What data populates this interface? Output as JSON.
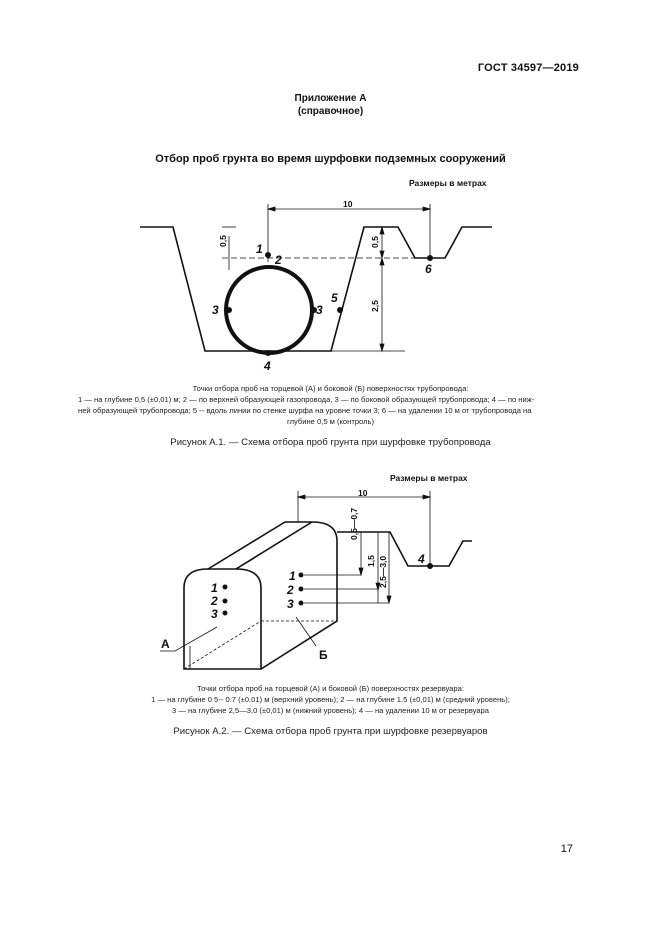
{
  "header": {
    "standard": "ГОСТ 34597—2019"
  },
  "annex": {
    "title": "Приложение А",
    "note": "(справочное)"
  },
  "section_title": "Отбор проб грунта во время шурфовки подземных сооружений",
  "figure1": {
    "dims_note": "Размеры в метрах",
    "dim_10": "10",
    "dim_05a": "0,5",
    "dim_05b": "0,5",
    "dim_25": "2,5",
    "labels": {
      "p1": "1",
      "p2": "2",
      "p3a": "3",
      "p3b": "3",
      "p4": "4",
      "p5": "5",
      "p6": "6"
    },
    "legend_l1": "Точки отбора проб на торцевой (А) и боковой (Б) поверхностях трубопровода:",
    "legend_l2": "1 — на глубине 0,5 (±0,01) м; 2 — по верхней образующей газопровода, 3 — по боковой образующей трубопровода; 4 — по ниж-",
    "legend_l3": "ней образующей трубопровода; 5 -- вдоль линии по стенке шурфа на уровне точки 3; 6 — на удалении 10 м от трубопровода на",
    "legend_l4": "глубине 0,5 м (контроль)",
    "caption": "Рисунок А.1. — Схема отбора проб грунта при шурфовке трубопровода"
  },
  "figure2": {
    "dims_note": "Размеры в метрах",
    "dim_10": "10",
    "dim_0507": "0,5—0,7",
    "dim_15": "1,5",
    "dim_2530": "2,5—3,0",
    "labels": {
      "p1a": "1",
      "p2a": "2",
      "p3a": "3",
      "p1b": "1",
      "p2b": "2",
      "p3b": "3",
      "p4": "4",
      "A": "А",
      "B": "Б"
    },
    "legend_l1": "Точки отбора проб на торцевой (А) и боковой (Б) поверхностях резервуара:",
    "legend_l2": "1 — на глубине 0 5-- 0.7 (±0.01) м (верхний уровень); 2 — на глубине 1.5 (±0,01) м (средний уровень);",
    "legend_l3": "3 — на глубине 2,5—3,0 (±0,01) м (нижний уровень); 4 — на удалении 10 м от резервуара",
    "caption": "Рисунок А.2. — Схема отбора проб грунта при шурфовке резервуаров"
  },
  "page_number": "17"
}
